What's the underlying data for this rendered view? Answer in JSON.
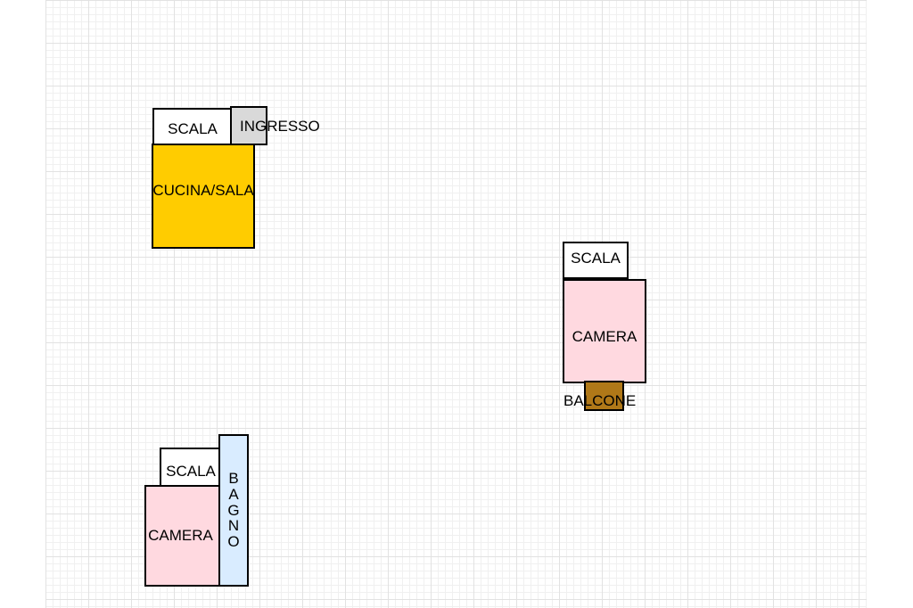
{
  "floorplan": {
    "colors": {
      "grid_minor": "#f0f0f0",
      "grid_major": "#e2e2e2",
      "scala": "#ffffff",
      "ingresso": "#d9d9d9",
      "cucina_sala": "#ffcc00",
      "camera": "#ffd9e0",
      "bagno": "#d9ecff",
      "balcone": "#b07818"
    },
    "group_top_left": {
      "scala_label": "SCALA",
      "ingresso_label": "INGRESSO",
      "cucina_sala_label": "CUCINA/SALA"
    },
    "group_right": {
      "scala_label": "SCALA",
      "camera_label": "CAMERA",
      "balcone_label": "BALCONE"
    },
    "group_bottom_left": {
      "scala_label": "SCALA",
      "camera_label": "CAMERA",
      "bagno_letters": [
        "B",
        "A",
        "G",
        "N",
        "O"
      ]
    }
  }
}
